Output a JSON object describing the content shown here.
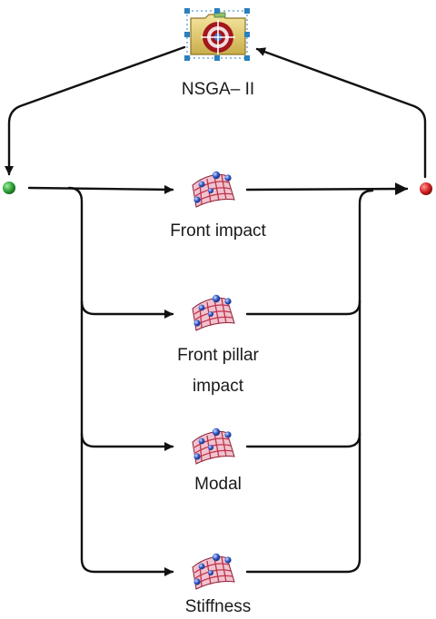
{
  "optimizer": {
    "label": "NSGA– II",
    "icon": "target-folder-icon"
  },
  "start_node": {
    "color": "#2fa13a",
    "icon": "start-node-icon"
  },
  "end_node": {
    "color": "#d42020",
    "icon": "end-node-icon"
  },
  "tasks": [
    {
      "label_lines": [
        "Front impact"
      ],
      "icon": "mesh-surface-icon"
    },
    {
      "label_lines": [
        "Front pillar",
        "impact"
      ],
      "icon": "mesh-surface-icon"
    },
    {
      "label_lines": [
        "Modal"
      ],
      "icon": "mesh-surface-icon"
    },
    {
      "label_lines": [
        "Stiffness"
      ],
      "icon": "mesh-surface-icon"
    }
  ],
  "colors": {
    "line": "#111111",
    "mesh_grid": "#c0334a",
    "mesh_fill": "#e8b7c6",
    "mesh_node": "#2e55c7",
    "folder": "#e9d57a",
    "target_ring": "#a3161c",
    "selection_handle": "#2a7fbf"
  }
}
